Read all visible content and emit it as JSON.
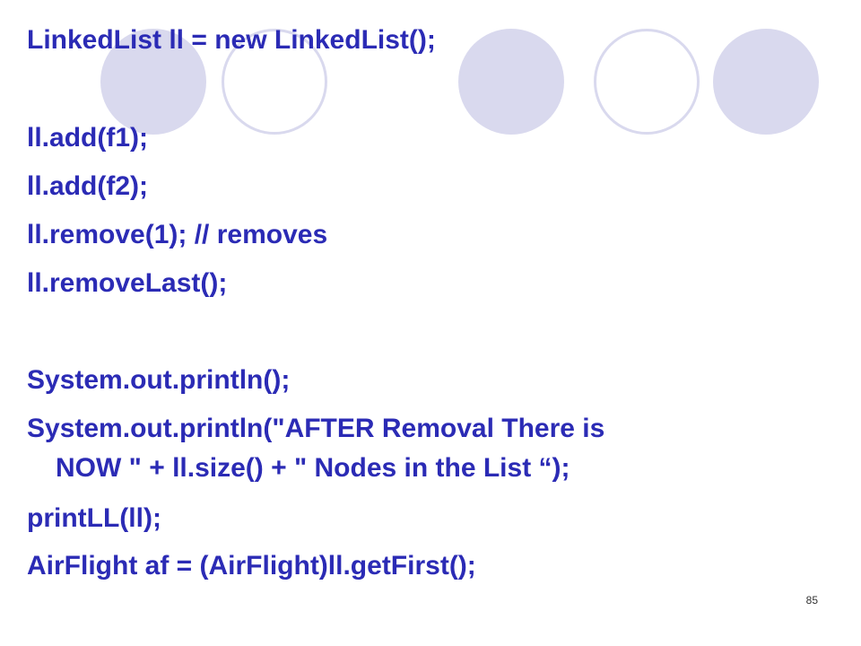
{
  "slide": {
    "code_lines": [
      "LinkedList ll = new LinkedList();",
      "ll.add(f1);",
      "ll.add(f2);",
      "ll.remove(1); // removes",
      "ll.removeLast();",
      "System.out.println();",
      "System.out.println(\"AFTER Removal There is",
      "NOW \" + ll.size() + \" Nodes in the List “);",
      "printLL(ll);",
      "AirFlight af = (AirFlight)ll.getFirst();"
    ],
    "slide_number": "85"
  },
  "colors": {
    "text": "#2b2bb5",
    "circle_fill": "#d9d9ee",
    "background": "#ffffff"
  }
}
